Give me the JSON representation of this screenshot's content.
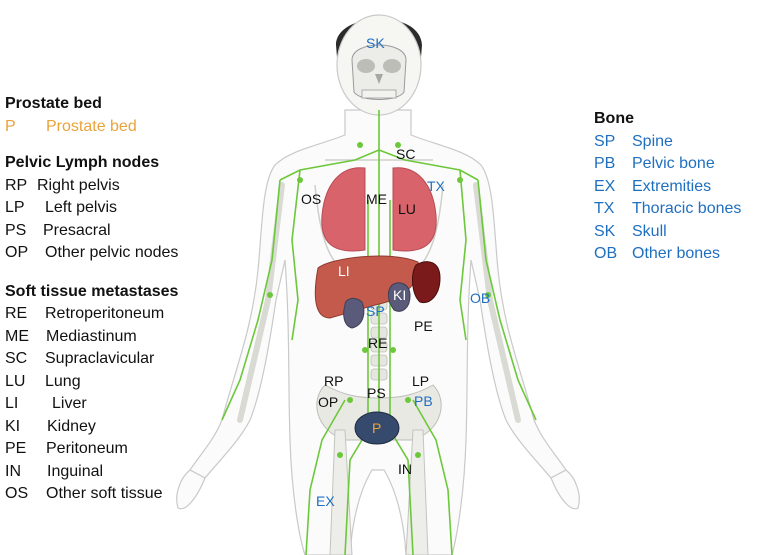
{
  "legend_left": {
    "prostate_bed": {
      "title": "Prostate bed",
      "items": [
        {
          "code": "P",
          "name": "Prostate bed"
        }
      ]
    },
    "pelvic_lymph": {
      "title": "Pelvic Lymph nodes",
      "items": [
        {
          "code": "RP",
          "name": "Right pelvis"
        },
        {
          "code": "LP",
          "name": "Left pelvis"
        },
        {
          "code": "PS",
          "name": "Presacral"
        },
        {
          "code": "OP",
          "name": "Other pelvic nodes"
        }
      ]
    },
    "soft_tissue": {
      "title": "Soft tissue metastases",
      "items": [
        {
          "code": "RE",
          "name": "Retroperitoneum"
        },
        {
          "code": "ME",
          "name": "Mediastinum"
        },
        {
          "code": "SC",
          "name": "Supraclavicular"
        },
        {
          "code": "LU",
          "name": "Lung"
        },
        {
          "code": "LI",
          "name": "Liver"
        },
        {
          "code": "KI",
          "name": "Kidney"
        },
        {
          "code": "PE",
          "name": "Peritoneum"
        },
        {
          "code": "IN",
          "name": "Inguinal"
        },
        {
          "code": "OS",
          "name": "Other soft tissue"
        }
      ]
    }
  },
  "legend_right": {
    "bone": {
      "title": "Bone",
      "items": [
        {
          "code": "SP",
          "name": "Spine"
        },
        {
          "code": "PB",
          "name": "Pelvic bone"
        },
        {
          "code": "EX",
          "name": "Extremities"
        },
        {
          "code": "TX",
          "name": "Thoracic bones"
        },
        {
          "code": "SK",
          "name": "Skull"
        },
        {
          "code": "OB",
          "name": "Other bones"
        }
      ]
    }
  },
  "body_labels": {
    "SK": "SK",
    "SC": "SC",
    "OS": "OS",
    "ME": "ME",
    "LU": "LU",
    "TX": "TX",
    "LI": "LI",
    "KI": "KI",
    "OB": "OB",
    "SP": "SP",
    "PE": "PE",
    "RE": "RE",
    "RP": "RP",
    "LP": "LP",
    "OP": "OP",
    "PS": "PS",
    "PB": "PB",
    "P": "P",
    "IN": "IN",
    "EX": "EX"
  },
  "colors": {
    "prostate": "#e9a33b",
    "bone": "#1f6fc0",
    "soft_tissue": "#111111",
    "lymph": "#6cc83a",
    "lung": "#d9636b",
    "liver": "#c45a4b",
    "kidney": "#5a5a7a",
    "spleen": "#7a1a1a",
    "bone_fill": "#e8e8e4"
  }
}
